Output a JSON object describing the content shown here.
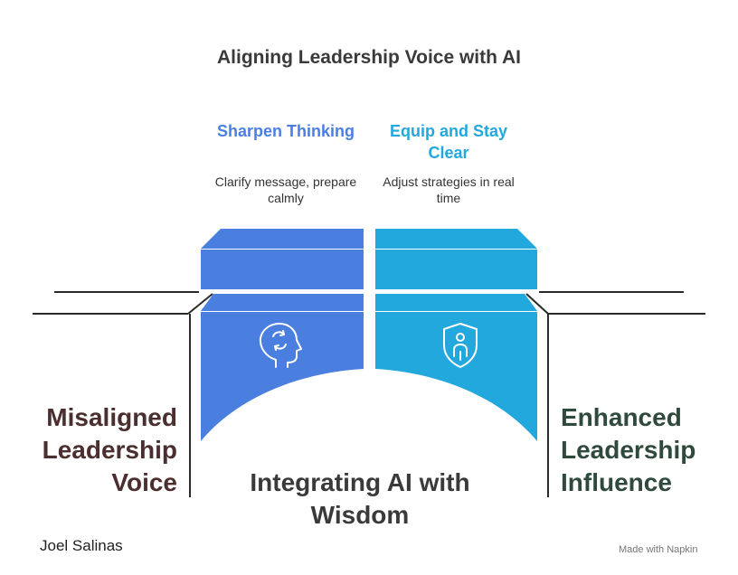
{
  "title": "Aligning Leadership Voice with AI",
  "left_step": {
    "title": "Sharpen Thinking",
    "description": "Clarify message, prepare calmly",
    "color": "#4a7fe0",
    "icon": "head-cycle-icon"
  },
  "right_step": {
    "title": "Equip and Stay Clear",
    "description": "Adjust strategies in real time",
    "color": "#22a8dc",
    "icon": "shield-person-icon"
  },
  "left_outcome": {
    "text": "Misaligned Leadership Voice",
    "color": "#4b2e2e"
  },
  "right_outcome": {
    "text": "Enhanced Leadership Influence",
    "color": "#2f4a3c"
  },
  "bridge_label": "Integrating AI with Wisdom",
  "author": "Joel Salinas",
  "credit": "Made with Napkin"
}
